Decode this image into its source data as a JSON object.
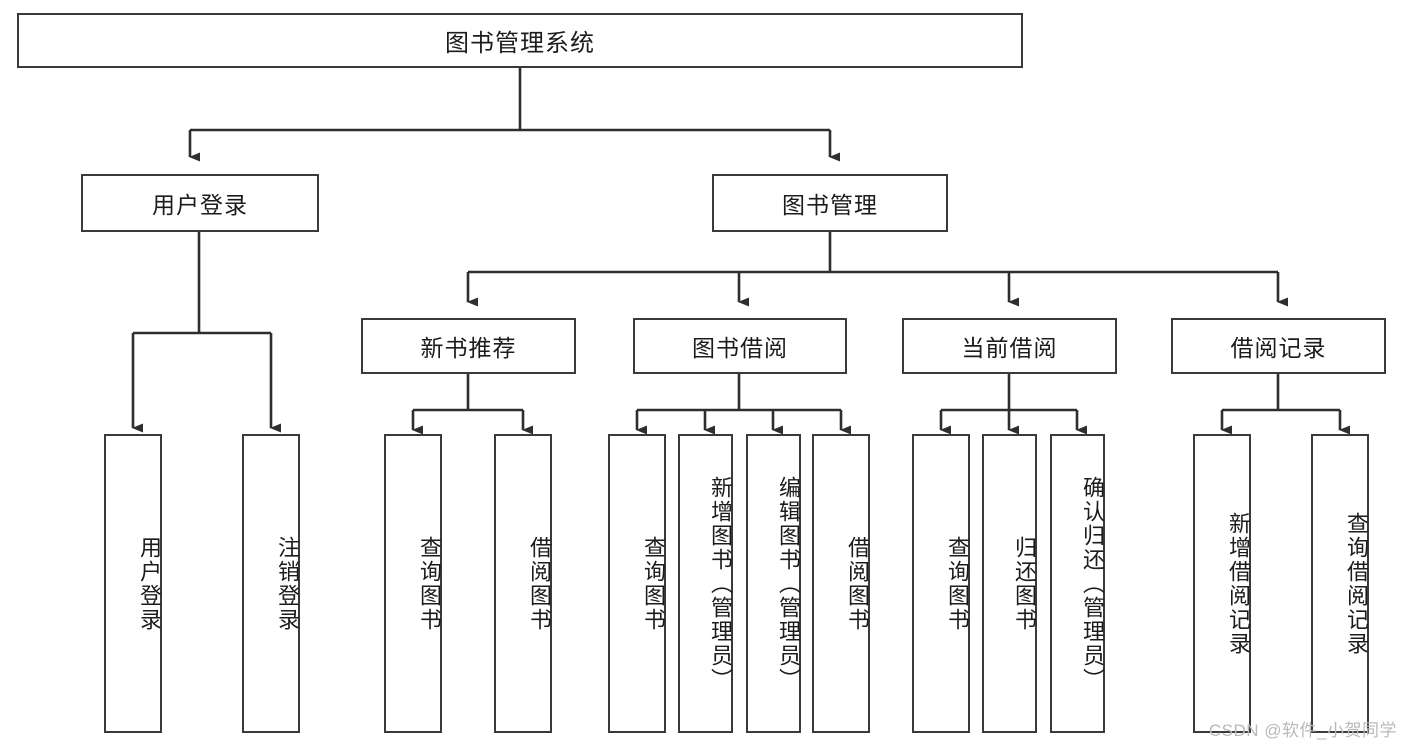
{
  "diagram": {
    "title": "图书管理系统",
    "type": "tree-hierarchy",
    "watermark": "CSDN @软件_小贺同学",
    "colors": {
      "background": "#ffffff",
      "node_border": "#3a3a3a",
      "node_fill": "#ffffff",
      "edge": "#2e2e2e",
      "text": "#1c1c1c",
      "watermark": "#b9b9b9"
    },
    "root": {
      "label": "图书管理系统"
    },
    "level2": [
      {
        "label": "用户登录"
      },
      {
        "label": "图书管理"
      }
    ],
    "level3": [
      {
        "label": "新书推荐"
      },
      {
        "label": "图书借阅"
      },
      {
        "label": "当前借阅"
      },
      {
        "label": "借阅记录"
      }
    ],
    "leaves": {
      "user_login": [
        {
          "label": "用户登录"
        },
        {
          "label": "注销登录"
        }
      ],
      "new_book": [
        {
          "label": "查询图书"
        },
        {
          "label": "借阅图书"
        }
      ],
      "book_borrow": [
        {
          "label": "查询图书"
        },
        {
          "label": "新增图书（管理员）"
        },
        {
          "label": "编辑图书（管理员）"
        },
        {
          "label": "借阅图书"
        }
      ],
      "current_borrow": [
        {
          "label": "查询图书"
        },
        {
          "label": "归还图书"
        },
        {
          "label": "确认归还（管理员）"
        }
      ],
      "borrow_record": [
        {
          "label": "新增借阅记录"
        },
        {
          "label": "查询借阅记录"
        }
      ]
    }
  }
}
